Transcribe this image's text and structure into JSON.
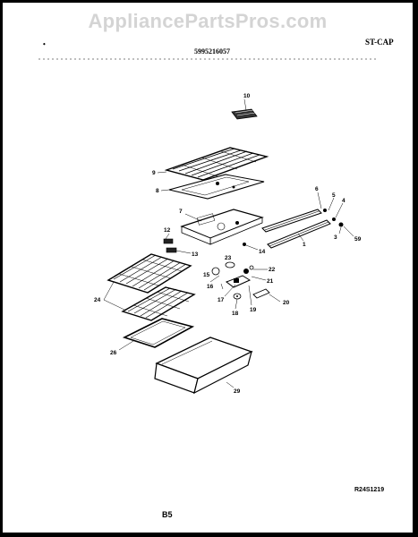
{
  "watermark": "AppliancePartsPros.com",
  "header": {
    "mark_left": "•",
    "part_number": "5995216057",
    "model_code": "ST-CAP"
  },
  "footer": {
    "ref_code": "R24S1219",
    "page_code": "B5"
  },
  "callouts": [
    {
      "id": "10",
      "label": "10"
    },
    {
      "id": "9",
      "label": "9"
    },
    {
      "id": "8",
      "label": "8"
    },
    {
      "id": "7",
      "label": "7"
    },
    {
      "id": "12",
      "label": "12"
    },
    {
      "id": "13",
      "label": "13"
    },
    {
      "id": "14",
      "label": "14"
    },
    {
      "id": "6",
      "label": "6"
    },
    {
      "id": "5",
      "label": "5"
    },
    {
      "id": "4",
      "label": "4"
    },
    {
      "id": "3",
      "label": "3"
    },
    {
      "id": "59",
      "label": "59"
    },
    {
      "id": "1",
      "label": "1"
    },
    {
      "id": "23",
      "label": "23"
    },
    {
      "id": "22",
      "label": "22"
    },
    {
      "id": "15",
      "label": "15"
    },
    {
      "id": "21",
      "label": "21"
    },
    {
      "id": "16",
      "label": "16"
    },
    {
      "id": "17",
      "label": "17"
    },
    {
      "id": "18",
      "label": "18"
    },
    {
      "id": "19",
      "label": "19"
    },
    {
      "id": "20",
      "label": "20"
    },
    {
      "id": "24",
      "label": "24"
    },
    {
      "id": "26",
      "label": "26"
    },
    {
      "id": "29",
      "label": "29"
    }
  ]
}
